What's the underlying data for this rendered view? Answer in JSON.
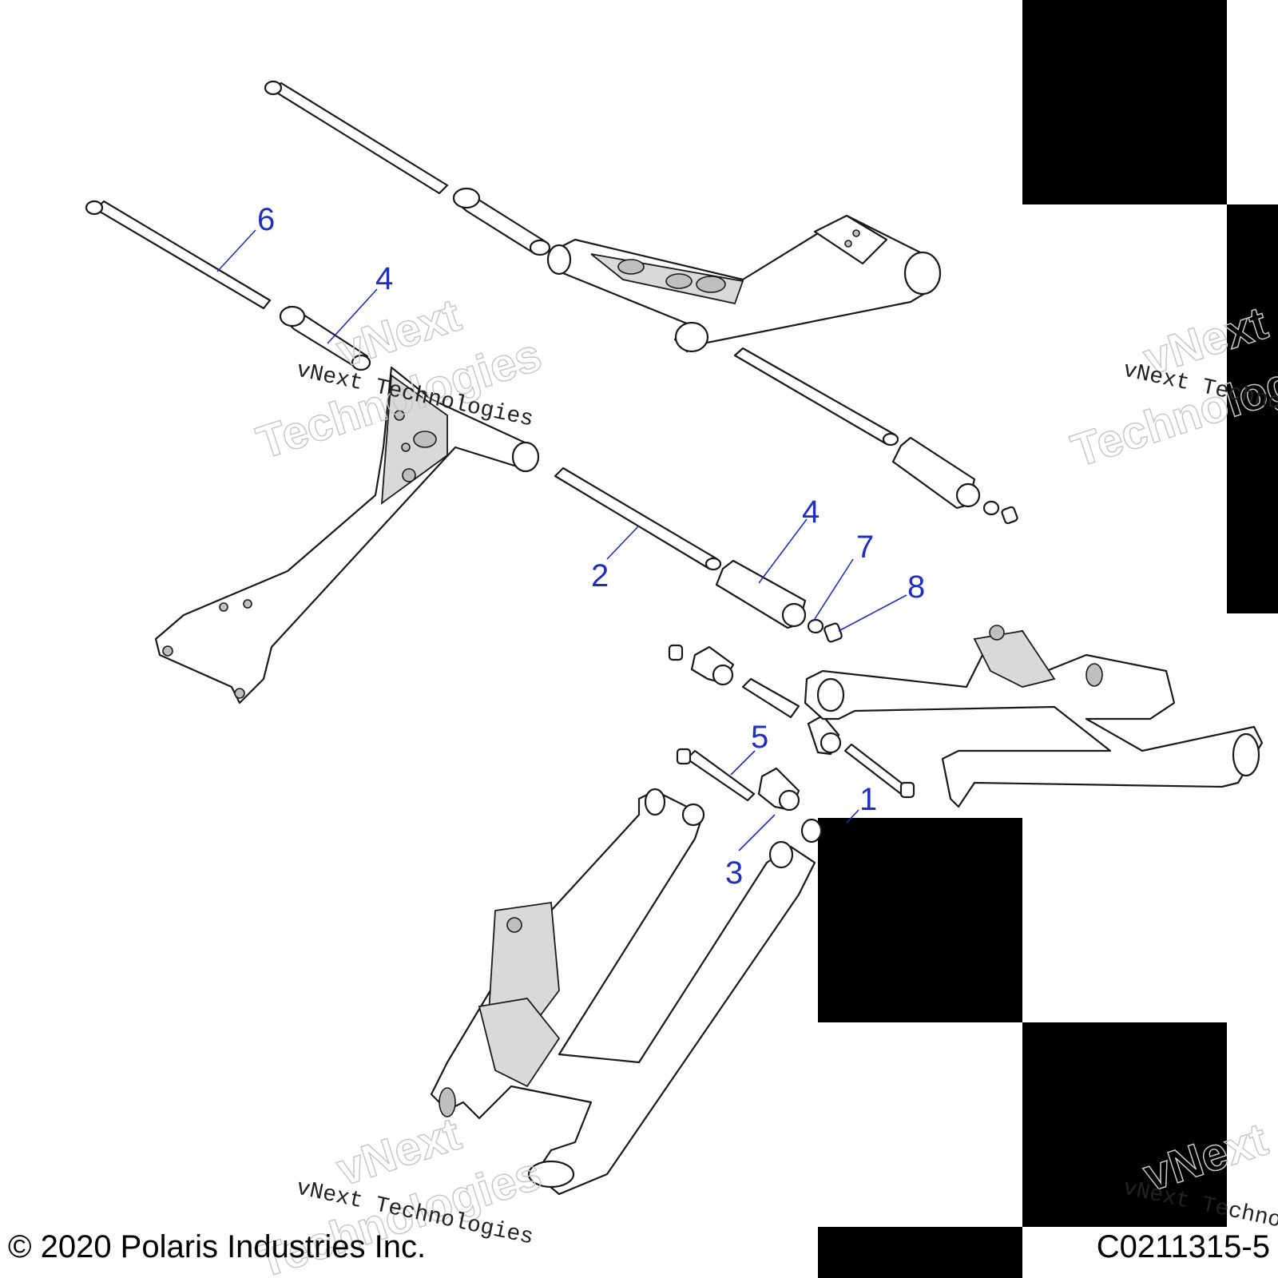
{
  "callouts": [
    {
      "num": "1"
    },
    {
      "num": "2"
    },
    {
      "num": "3"
    },
    {
      "num": "4"
    },
    {
      "num": "4"
    },
    {
      "num": "5"
    },
    {
      "num": "6"
    },
    {
      "num": "7"
    },
    {
      "num": "8"
    }
  ],
  "watermark": {
    "brand": "vNext",
    "word": "Technologies",
    "line": "vNext Technologies"
  },
  "footer": {
    "copyright": "© 2020 Polaris Industries Inc.",
    "diagram_id": "C0211315-5"
  },
  "colors": {
    "callout": "#1f2fbf",
    "line_art": "#1a1a1a",
    "redaction_block": "#000000"
  }
}
